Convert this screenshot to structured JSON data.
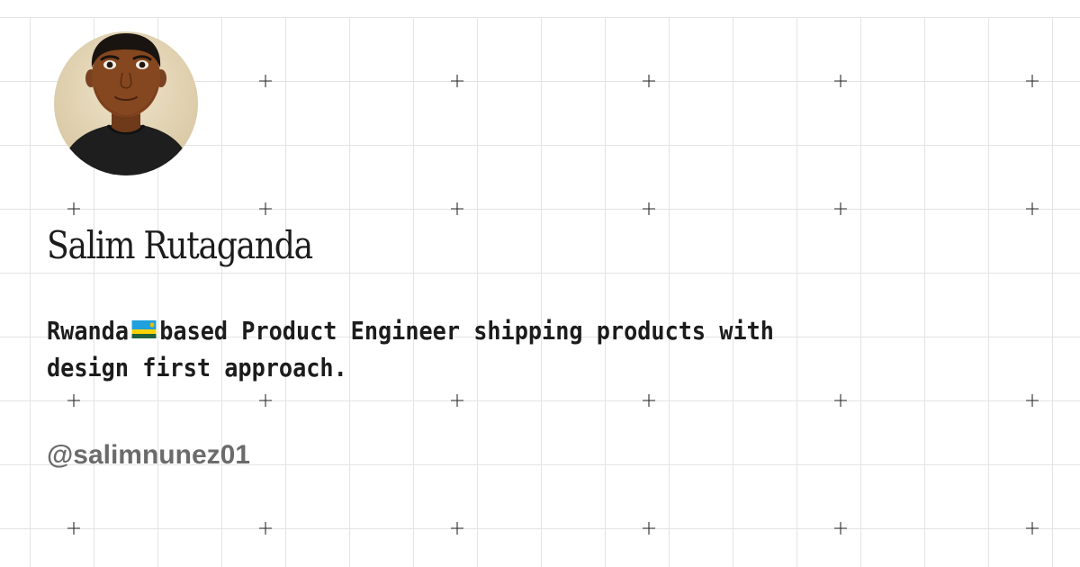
{
  "profile": {
    "name": "Salim Rutaganda",
    "bio_before_flag": "Rwanda",
    "bio_after_flag": "based Product Engineer shipping products with design first approach.",
    "handle": "@salimnunez01"
  },
  "icons": {
    "flag": "rwanda-flag-icon",
    "avatar": "illustrated-portrait"
  },
  "colors": {
    "background": "#ffffff",
    "grid_line": "#e4e4e4",
    "grid_cross": "#2a2a2a",
    "text_primary": "#1c1c1c",
    "text_muted": "#6b6b6b",
    "flag_blue": "#20A0DE",
    "flag_yellow": "#FAD201",
    "flag_green": "#20603D"
  }
}
